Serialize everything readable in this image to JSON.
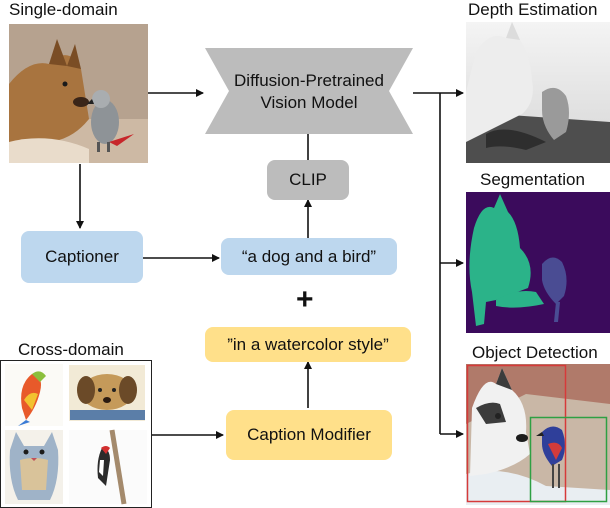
{
  "titles": {
    "single_domain": "Single-domain",
    "cross_domain": "Cross-domain",
    "depth": "Depth Estimation",
    "segmentation": "Segmentation",
    "detection": "Object Detection"
  },
  "boxes": {
    "model_line1": "Diffusion-Pretrained",
    "model_line2": "Vision Model",
    "clip": "CLIP",
    "captioner": "Captioner",
    "caption": "“a dog and a bird”",
    "plus": "+",
    "style": "”in a watercolor style”",
    "modifier": "Caption Modifier"
  },
  "colors": {
    "blue_box": "#bdd7ee",
    "gold_box": "#ffe08a",
    "gray_box": "#bcbcbc",
    "seg_background": "#3b0b5c",
    "seg_dog": "#2bb389",
    "seg_bird": "#4a4c93",
    "bbox_dog": "#d63a3a",
    "bbox_bird": "#2ea043"
  }
}
